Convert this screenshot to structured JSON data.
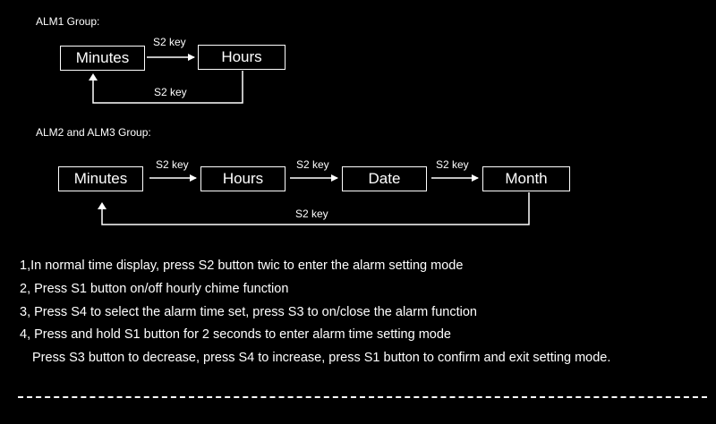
{
  "alm1": {
    "title": "ALM1 Group:",
    "boxes": [
      "Minutes",
      "Hours"
    ],
    "arrow_label": "S2 key",
    "return_label": "S2 key"
  },
  "alm23": {
    "title": "ALM2 and ALM3 Group:",
    "boxes": [
      "Minutes",
      "Hours",
      "Date",
      "Month"
    ],
    "arrow_labels": [
      "S2 key",
      "S2 key",
      "S2 key"
    ],
    "return_label": "S2 key"
  },
  "instructions": [
    "1,In normal time display, press S2 button twic to enter the alarm setting mode",
    "2, Press S1 button on/off hourly chime function",
    "3, Press S4 to select the alarm time set, press S3 to on/close the alarm function",
    "4, Press and hold S1 button for 2 seconds to enter alarm time setting mode",
    "Press S3 button to decrease, press S4 to increase, press S1 button to confirm and exit setting mode."
  ],
  "colors": {
    "background": "#000000",
    "foreground": "#ffffff"
  }
}
